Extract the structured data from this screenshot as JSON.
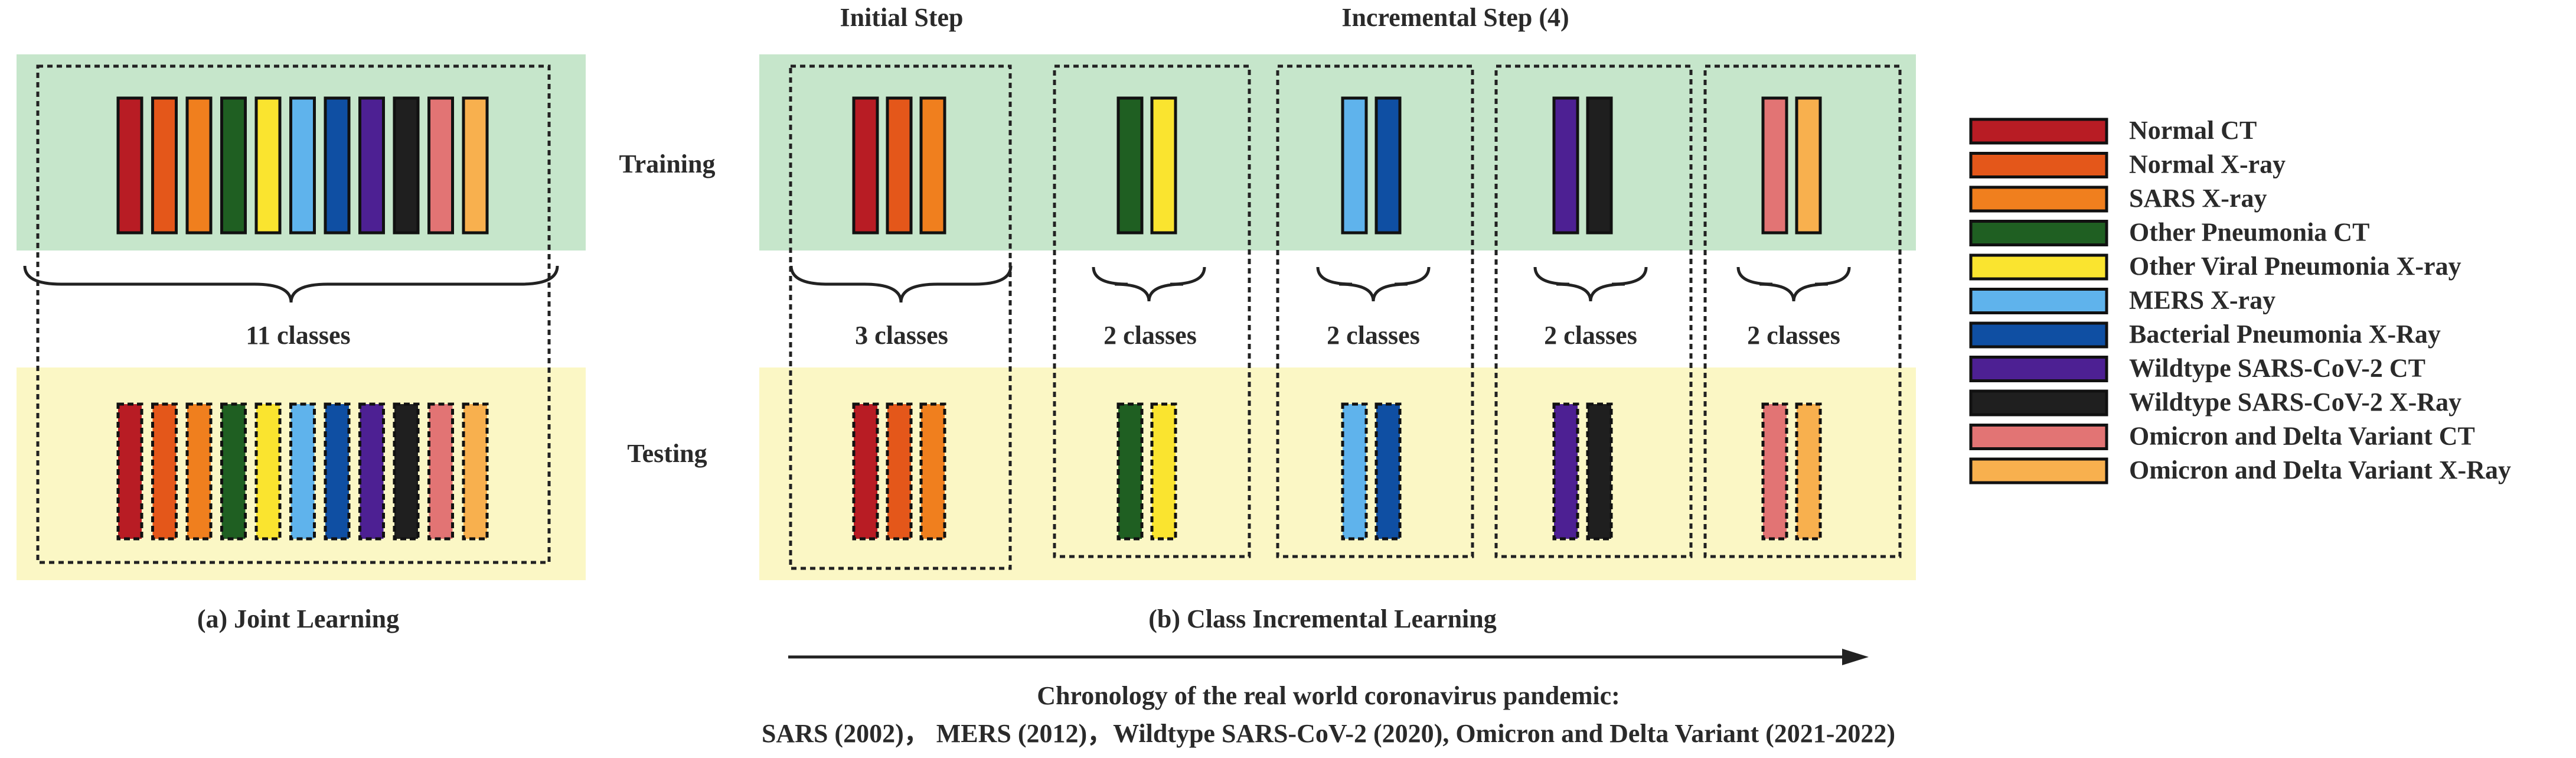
{
  "colors": {
    "training_bg": "#c6e6cb",
    "testing_bg": "#fbf7c5",
    "class_colors": [
      "#b81c24",
      "#e4571a",
      "#f07f1e",
      "#1f5f22",
      "#fae42f",
      "#5fb3ec",
      "#0f4fa3",
      "#4d2093",
      "#1f1f1f",
      "#e27474",
      "#f8b04e"
    ]
  },
  "headers": {
    "initial_step": "Initial Step",
    "incremental_step": "Incremental Step (4)"
  },
  "row_labels": {
    "training": "Training",
    "testing": "Testing"
  },
  "joint": {
    "classes_label": "11 classes",
    "caption": "(a) Joint Learning"
  },
  "incremental": {
    "caption": "(b) Class Incremental Learning",
    "steps": [
      {
        "classes_label": "3 classes",
        "class_indices": [
          0,
          1,
          2
        ]
      },
      {
        "classes_label": "2 classes",
        "class_indices": [
          3,
          4
        ]
      },
      {
        "classes_label": "2 classes",
        "class_indices": [
          5,
          6
        ]
      },
      {
        "classes_label": "2 classes",
        "class_indices": [
          7,
          8
        ]
      },
      {
        "classes_label": "2 classes",
        "class_indices": [
          9,
          10
        ]
      }
    ]
  },
  "legend": [
    {
      "label": "Normal CT",
      "color": "#b81c24"
    },
    {
      "label": "Normal X-ray",
      "color": "#e4571a"
    },
    {
      "label": "SARS X-ray",
      "color": "#f07f1e"
    },
    {
      "label": "Other Pneumonia CT",
      "color": "#1f5f22"
    },
    {
      "label": "Other Viral Pneumonia X-ray",
      "color": "#fae42f"
    },
    {
      "label": "MERS X-ray",
      "color": "#5fb3ec"
    },
    {
      "label": "Bacterial Pneumonia X-Ray",
      "color": "#0f4fa3"
    },
    {
      "label": "Wildtype SARS-CoV-2 CT",
      "color": "#4d2093"
    },
    {
      "label": "Wildtype SARS-CoV-2 X-Ray",
      "color": "#1f1f1f"
    },
    {
      "label": "Omicron and Delta Variant CT",
      "color": "#e27474"
    },
    {
      "label": "Omicron and Delta Variant X-Ray",
      "color": "#f8b04e"
    }
  ],
  "chronology": {
    "line1": "Chronology of the real world coronavirus pandemic:",
    "line2": "SARS (2002)， MERS (2012)，Wildtype SARS-CoV-2 (2020), Omicron and Delta Variant (2021-2022)"
  }
}
